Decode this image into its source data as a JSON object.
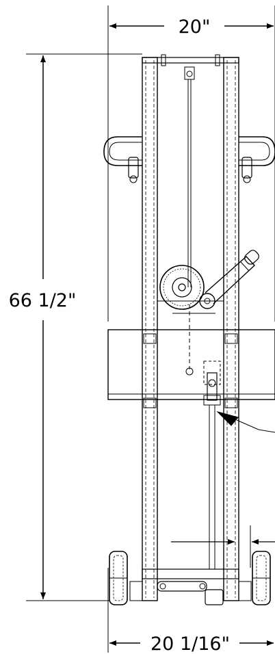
{
  "drawing": {
    "dimensions": {
      "top_width": "20\"",
      "height": "66 1/2\"",
      "bottom_width": "20 1/16\""
    },
    "colors": {
      "line": "#000000",
      "background": "#ffffff"
    }
  }
}
